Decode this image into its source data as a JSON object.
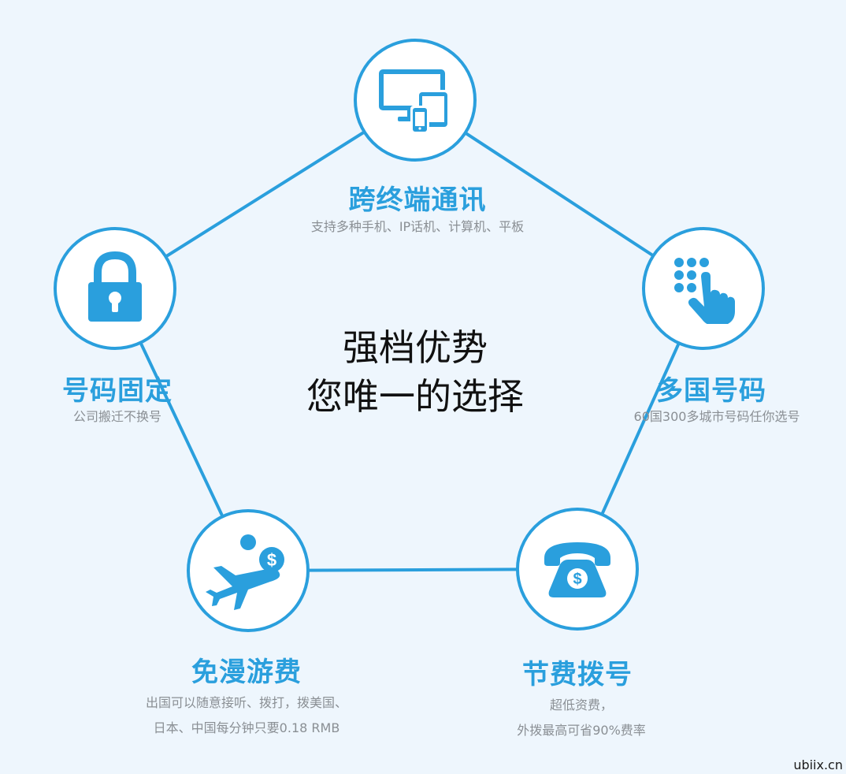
{
  "center": {
    "line1": "强档优势",
    "line2": "您唯一的选择"
  },
  "features": {
    "cross_device": {
      "title": "跨终端通讯",
      "desc": "支持多种手机、IP话机、计算机、平板",
      "icon": "devices-icon"
    },
    "multi_country": {
      "title": "多国号码",
      "desc": "60国300多城市号码任你选号",
      "icon": "keypad-tap-icon"
    },
    "dial_savings": {
      "title": "节费拨号",
      "desc_line1": "超低资费，",
      "desc_line2": "外拨最高可省90%费率",
      "icon": "phone-dollar-icon"
    },
    "no_roaming": {
      "title": "免漫游费",
      "desc_line1": "出国可以随意接听、拨打，拨美国、",
      "desc_line2": "日本、中国每分钟只要0.18 RMB",
      "icon": "airplane-dollar-icon"
    },
    "fixed_number": {
      "title": "号码固定",
      "desc": "公司搬迁不换号",
      "icon": "lock-icon"
    }
  },
  "watermark": "ubiix.cn",
  "colors": {
    "accent": "#2a9fdd",
    "background": "#eef6fd",
    "desc_text": "#8a8f94"
  }
}
